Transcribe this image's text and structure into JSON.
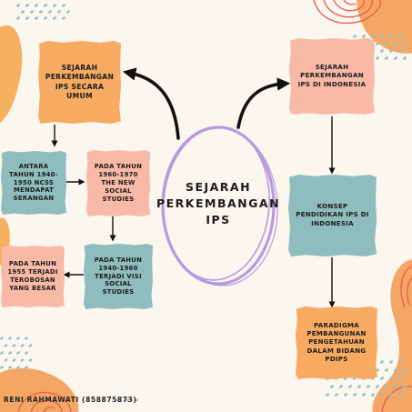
{
  "center": {
    "title": "SEJARAH PERKEMBANGAN IPS"
  },
  "nodes": {
    "umum": "SEJARAH PERKEMBANGAN IPS SECARA UMUM",
    "ncss": "ANTARA TAHUN 1940-1950 NCSS MENDAPAT SERANGAN",
    "new_social": "PADA TAHUN 1960-1970 THE NEW SOCIAL STUDIES",
    "terobosan": "PADA TAHUN 1955 TERJADI TEROBOSAN YANG BESAR",
    "visi": "PADA TAHUN 1940-1960 TERJADI VISI SOCIAL STUDIES",
    "indonesia": "SEJARAH PERKEMBANGAN IPS DI INDONESIA",
    "konsep": "KONSEP PENDIDIKAN IPS DI INDONESIA",
    "paradigma": "PARADIGMA PEMBANGUNAN PENGETAHUAN DALAM BIDANG PDIPS"
  },
  "author": "RENI RAHMAWATI (858875873)",
  "colors": {
    "background": "#fbf6ee",
    "orange": "#f7ab62",
    "teal": "#8fbcbd",
    "pink": "#f8b9a6",
    "circle": "#b79ae0",
    "dots": "#8dc2c6"
  }
}
